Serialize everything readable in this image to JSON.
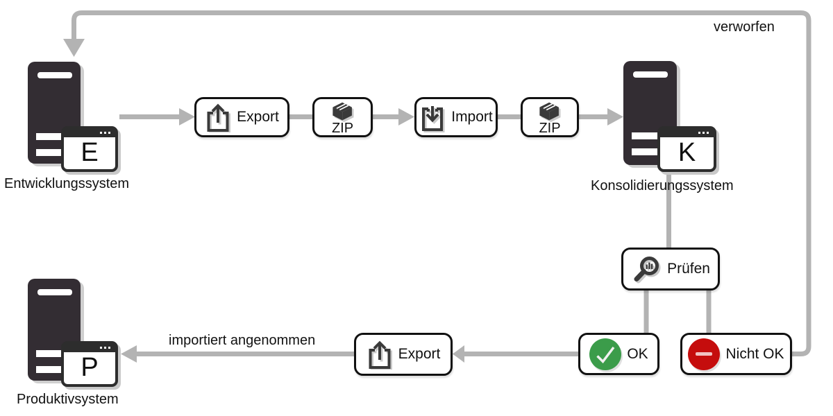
{
  "diagram": {
    "systems": [
      {
        "key": "entwicklung",
        "letter": "E",
        "label": "Entwicklungssystem"
      },
      {
        "key": "konsolidierung",
        "letter": "K",
        "label": "Konsolidierungssystem"
      },
      {
        "key": "produktiv",
        "letter": "P",
        "label": "Produktivsystem"
      }
    ],
    "nodes": {
      "export1": {
        "label": "Export",
        "icon": "export-icon"
      },
      "zip1": {
        "label": "ZIP",
        "icon": "package-icon"
      },
      "import1": {
        "label": "Import",
        "icon": "import-icon"
      },
      "zip2": {
        "label": "ZIP",
        "icon": "package-icon"
      },
      "pruefen": {
        "label": "Prüfen",
        "icon": "magnifier-chart-icon"
      },
      "ok": {
        "label": "OK",
        "icon": "check-circle-icon"
      },
      "nicht_ok": {
        "label": "Nicht OK",
        "icon": "minus-circle-icon"
      },
      "export2": {
        "label": "Export",
        "icon": "export-icon"
      }
    },
    "edge_labels": {
      "rejected": "verworfen",
      "accepted": "importiert angenommen"
    },
    "colors": {
      "connector": "#b3b3b3",
      "server": "#332d33",
      "window_frame": "#2d2d2d",
      "box_border": "#111111",
      "ok_green": "#3b9c4a",
      "nicht_ok_red": "#c50d0d",
      "icon_stroke": "#3a3a3a",
      "icon_shadow": "#c9c9c9",
      "text": "#111111"
    }
  }
}
